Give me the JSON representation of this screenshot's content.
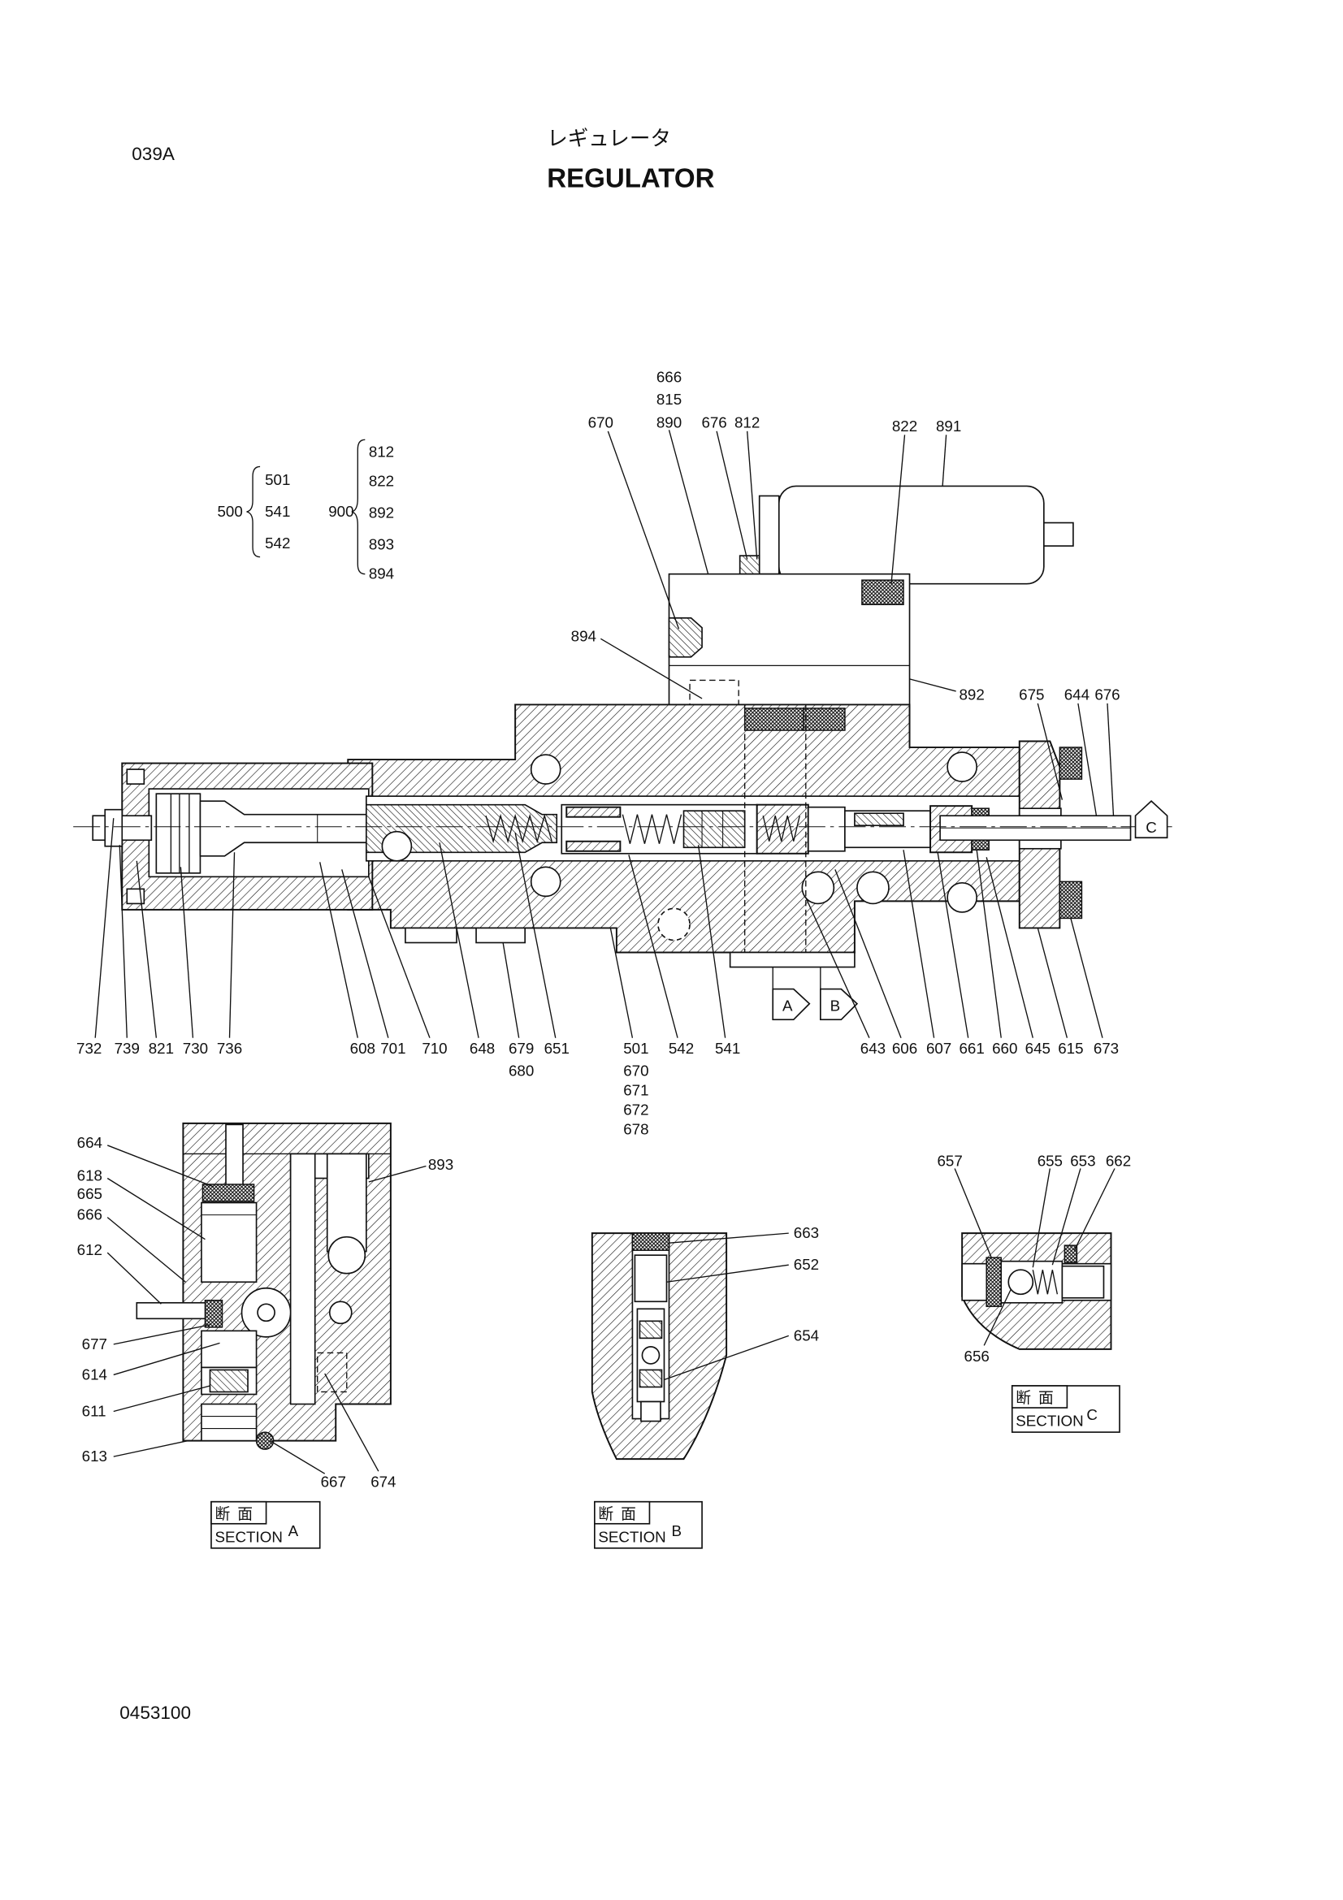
{
  "header": {
    "page_code": "039A",
    "title_jp": "レギュレータ",
    "title_en": "REGULATOR"
  },
  "groups": {
    "assembly_500": {
      "label": "500",
      "items": [
        "501",
        "541",
        "542"
      ]
    },
    "assembly_900": {
      "label": "900",
      "items": [
        "812",
        "822",
        "892",
        "893",
        "894"
      ]
    }
  },
  "main_view": {
    "top_callouts": [
      "666",
      "815",
      "890",
      "670",
      "676",
      "812",
      "822",
      "891",
      "894",
      "892",
      "675",
      "644",
      "676"
    ],
    "bottom_callouts": [
      "732",
      "739",
      "821",
      "730",
      "736",
      "608",
      "701",
      "710",
      "648",
      "679",
      "680",
      "651",
      "501",
      "670",
      "671",
      "672",
      "678",
      "542",
      "541",
      "643",
      "606",
      "607",
      "661",
      "660",
      "645",
      "615",
      "673"
    ],
    "view_markers": [
      "A",
      "B",
      "C"
    ]
  },
  "section_a": {
    "callouts": [
      "664",
      "618",
      "665",
      "666",
      "612",
      "677",
      "614",
      "611",
      "613",
      "667",
      "674",
      "893"
    ],
    "caption_jp": "断面",
    "caption_en": "SECTION",
    "letter": "A"
  },
  "section_b": {
    "callouts": [
      "663",
      "652",
      "654"
    ],
    "caption_jp": "断面",
    "caption_en": "SECTION",
    "letter": "B"
  },
  "section_c": {
    "callouts": [
      "657",
      "655",
      "653",
      "662",
      "656"
    ],
    "caption_jp": "断面",
    "caption_en": "SECTION",
    "letter": "C"
  },
  "footer": {
    "doc_number": "0453100"
  }
}
